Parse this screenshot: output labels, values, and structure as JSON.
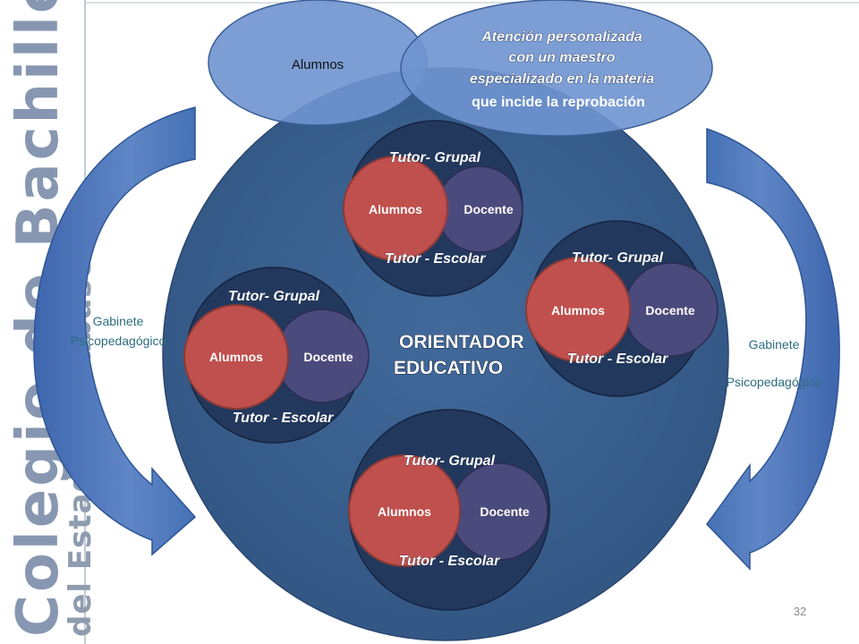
{
  "vertical_title": {
    "main": "Colegio de Bachilleres",
    "sub": "del Estado de Tabasco"
  },
  "top_left_bubble": "Alumnos",
  "top_right_callout": {
    "line1": "Atención  personalizada",
    "line2": "con un  maestro",
    "line3": "especializado en la materia",
    "line4": "que incide la reprobación"
  },
  "center_label": {
    "line1": "ORIENTADOR",
    "line2": "EDUCATIVO"
  },
  "groups": [
    {
      "head": "Tutor- Grupal",
      "left": "Alumnos",
      "right": "Docente",
      "foot": "Tutor - Escolar"
    },
    {
      "head": "Tutor- Grupal",
      "left": "Alumnos",
      "right": "Docente",
      "foot": "Tutor - Escolar"
    },
    {
      "head": "Tutor- Grupal",
      "left": "Alumnos",
      "right": "Docente",
      "foot": "Tutor - Escolar"
    },
    {
      "head": "Tutor- Grupal",
      "left": "Alumnos",
      "right": "Docente",
      "foot": "Tutor - Escolar"
    }
  ],
  "side_labels": {
    "left_line1": "Gabinete",
    "left_line2": "Psicopedagógico",
    "right_line1": "Gabinete",
    "right_line2": "Psicopedagógico"
  },
  "page_number": "32",
  "colors": {
    "main_circle": "#3a6191",
    "group_circle": "#23385d",
    "alumnos_circle": "#c0504d",
    "docente_circle": "#4a4a7c",
    "top_bubbles": "#6f94cf",
    "arrows": "#4f77bb",
    "label_text": "#2d6d80"
  }
}
